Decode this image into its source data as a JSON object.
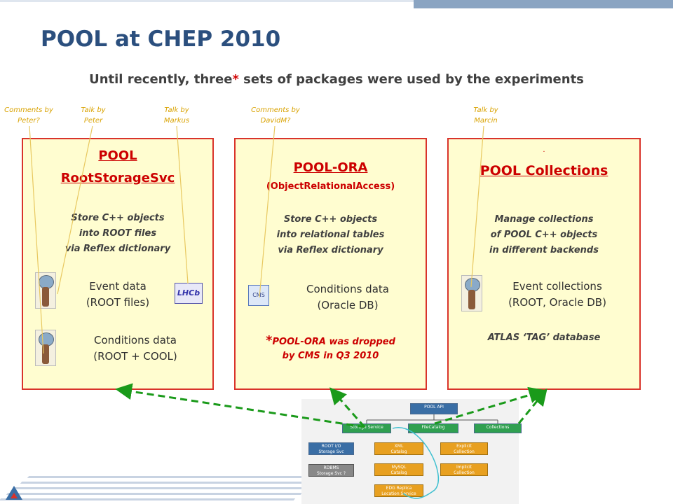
{
  "title": "POOL at CHEP 2010",
  "subtitle": {
    "before": "Until recently, three",
    "star": "*",
    "after": " sets of packages were used by the experiments"
  },
  "notes": [
    {
      "line1": "Comments by",
      "line2": "Peter?"
    },
    {
      "line1": "Talk by",
      "line2": "Peter"
    },
    {
      "line1": "Talk by",
      "line2": "Markus"
    },
    {
      "line1": "Comments by",
      "line2": "DavidM?"
    },
    {
      "line1": "Talk by",
      "line2": "Marcin"
    }
  ],
  "boxes": {
    "root": {
      "title1": "POOL",
      "title2": "RootStorageSvc",
      "desc": [
        "Store C++ objects",
        "into ROOT files",
        "via Reflex dictionary"
      ],
      "data1": [
        "Event data",
        "(ROOT files)"
      ],
      "data2": [
        "Conditions  data",
        "(ROOT + COOL)"
      ],
      "logo_lhcb": "LHCb"
    },
    "ora": {
      "title": "POOL-ORA",
      "subtitle": "(ObjectRelationalAccess)",
      "desc": [
        "Store C++ objects",
        "into relational tables",
        "via Reflex dictionary"
      ],
      "data": [
        "Conditions  data",
        "(Oracle DB)"
      ],
      "dropped_star": "*",
      "dropped": [
        "POOL-ORA was dropped",
        "by CMS in Q3 2010"
      ],
      "logo_cms": "CMS"
    },
    "coll": {
      "dot": ".",
      "title": "POOL Collections",
      "desc": [
        "Manage collections",
        "of POOL C++ objects",
        "in different backends"
      ],
      "data": [
        "Event collections",
        "(ROOT, Oracle DB)"
      ],
      "atlas_tag": "ATLAS ‘TAG’ database"
    }
  },
  "diagram": {
    "api": "POOL API",
    "storage": "Storage Service",
    "filecatalog": "FileCatalog",
    "collections": "Collections",
    "rootio": [
      "ROOT I/O",
      "Storage Svc"
    ],
    "rdbms": [
      "RDBMS",
      "Storage Svc ?"
    ],
    "xml": [
      "XML",
      "Catalog"
    ],
    "mysql": [
      "MySQL",
      "Catalog"
    ],
    "edg": [
      "EDG Replica",
      "Location Service"
    ],
    "explicit": [
      "Explicit",
      "Collection"
    ],
    "implicit": [
      "Implicit",
      "Collection"
    ]
  },
  "colors": {
    "title": "#2b4f7e",
    "box_border": "#d9332b",
    "box_fill": "#fffdd0",
    "note": "#d9a200",
    "arrow": "#1a9a1a"
  }
}
